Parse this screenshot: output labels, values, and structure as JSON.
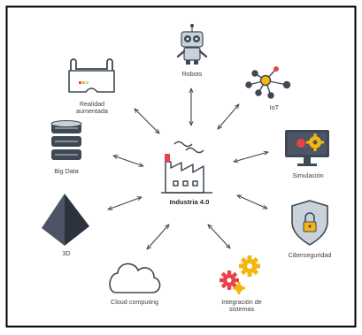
{
  "center": {
    "label": "Industria 4.0"
  },
  "nodes": [
    {
      "id": "robots",
      "label": "Robots",
      "icon": "robot-icon"
    },
    {
      "id": "iot",
      "label": "IoT",
      "icon": "iot-network-icon"
    },
    {
      "id": "simulacion",
      "label": "Simulación",
      "icon": "simulation-monitor-icon"
    },
    {
      "id": "ciberseguridad",
      "label": "Ciberseguridad",
      "icon": "security-shield-lock-icon"
    },
    {
      "id": "integracion",
      "label_line1": "Integración de",
      "label_line2": "sistemas",
      "icon": "gears-icon"
    },
    {
      "id": "cloud",
      "label": "Cloud computing",
      "icon": "cloud-icon"
    },
    {
      "id": "3d",
      "label": "3D",
      "icon": "pyramid-3d-icon"
    },
    {
      "id": "bigdata",
      "label": "Big Data",
      "icon": "database-icon"
    },
    {
      "id": "ar",
      "label_line1": "Realidad",
      "label_line2": "aumentada",
      "icon": "ar-headset-icon"
    }
  ],
  "colors": {
    "icon_dark": "#3f4854",
    "icon_light": "#c9d2da",
    "accent_red": "#e8424a",
    "accent_yellow": "#f5b50f",
    "arrow": "#444444",
    "frame": "#000000"
  }
}
